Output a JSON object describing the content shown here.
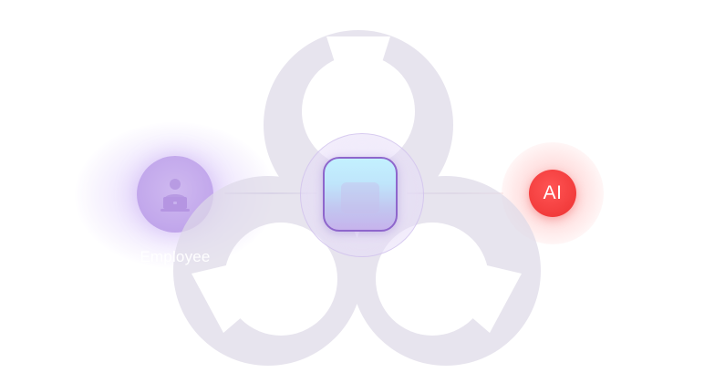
{
  "diagram": {
    "nodes": [
      {
        "id": "employee",
        "label": "Employee",
        "icon": "person-at-laptop-icon",
        "color": "#c3a9ec"
      },
      {
        "id": "center",
        "label": "",
        "icon": "rounded-square-icon",
        "color": "#8e66cc"
      },
      {
        "id": "ai",
        "label": "AI",
        "color": "#f23c3c"
      }
    ],
    "edges": [
      {
        "from": "employee",
        "to": "center"
      },
      {
        "from": "center",
        "to": "ai"
      }
    ],
    "backdrop": {
      "icon": "biohazard-icon",
      "color": "#e5e1ee"
    }
  }
}
